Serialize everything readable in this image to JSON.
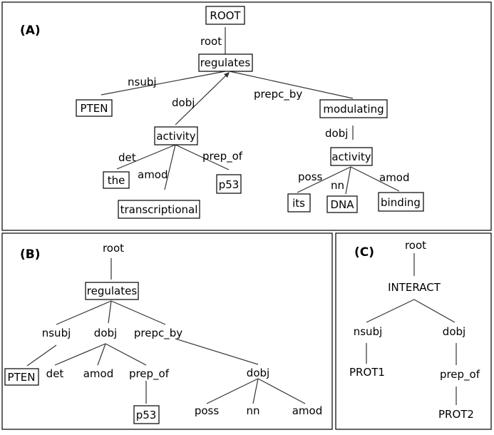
{
  "panel_a": {
    "label": "(A)",
    "words": {
      "root": "ROOT",
      "regulates": "regulates",
      "pten": "PTEN",
      "modulating": "modulating",
      "activity": "activity",
      "activity2": "activity",
      "the": "the",
      "transcriptional": "transcriptional",
      "p53": "p53",
      "its": "its",
      "dna": "DNA",
      "binding": "binding"
    },
    "relations": {
      "root": "root",
      "nsubj": "nsubj",
      "dobj": "dobj",
      "prepc_by": "prepc_by",
      "dobj2": "dobj",
      "det": "det",
      "amod": "amod",
      "prep_of": "prep_of",
      "poss": "poss",
      "nn": "nn",
      "amod2": "amod"
    }
  },
  "panel_b": {
    "label": "(B)",
    "words": {
      "regulates": "regulates",
      "pten": "PTEN",
      "p53": "p53"
    },
    "relations": {
      "root": "root",
      "nsubj": "nsubj",
      "dobj": "dobj",
      "prepc_by": "prepc_by",
      "det": "det",
      "amod": "amod",
      "prep_of": "prep_of",
      "dobj2": "dobj",
      "poss": "poss",
      "nn": "nn",
      "amod2": "amod"
    }
  },
  "panel_c": {
    "label": "(C)",
    "words": {
      "interact": "INTERACT",
      "prot1": "PROT1",
      "prot2": "PROT2"
    },
    "relations": {
      "root": "root",
      "nsubj": "nsubj",
      "dobj": "dobj",
      "prep_of": "prep_of"
    }
  }
}
